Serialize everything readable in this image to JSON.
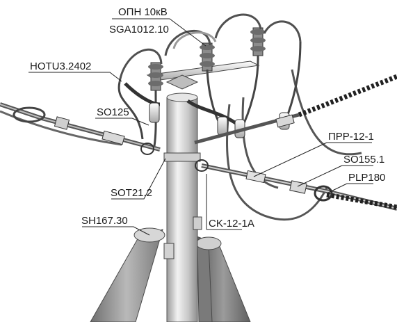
{
  "labels": {
    "opn": "ОПН 10кВ",
    "sga": "SGA1012.10",
    "hotu": "HOTU3.2402",
    "so125": "SO125",
    "prr": "ПРР-12-1",
    "so155": "SO155.1",
    "plp": "PLP180",
    "sot": "SOT21.2",
    "sh": "SH167.30",
    "ck": "CK-12-1A"
  }
}
